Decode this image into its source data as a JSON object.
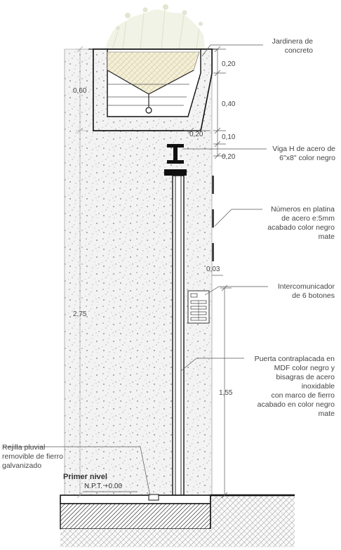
{
  "labels": {
    "jardinera": [
      "Jardinera de",
      "concreto"
    ],
    "viga": [
      "Viga H de acero de",
      "6\"x8\" color negro"
    ],
    "numeros": [
      "Números en platina",
      "de acero e:5mm",
      "acabado color negro",
      "mate"
    ],
    "intercom": [
      "Intercomunicador",
      "de 6 botones"
    ],
    "puerta": [
      "Puerta contraplacada en",
      "MDF color negro y",
      "bisagras de acero",
      "inoxidable",
      "con marco de fierro",
      "acabado en color negro",
      "mate"
    ],
    "rejilla": [
      "Rejilla pluvial",
      "removible de fierro",
      "galvanizado"
    ]
  },
  "level": {
    "name": "Primer nivel",
    "npt": "N.P.T. +0.00"
  },
  "dimensions": {
    "d1": "0,20",
    "d2": "0,40",
    "d3": "0,10",
    "d4": "0,20",
    "d5": "0,20",
    "d6": "0,03",
    "d7": "1,55",
    "left_top": "0,60",
    "left_total": "2,75"
  }
}
